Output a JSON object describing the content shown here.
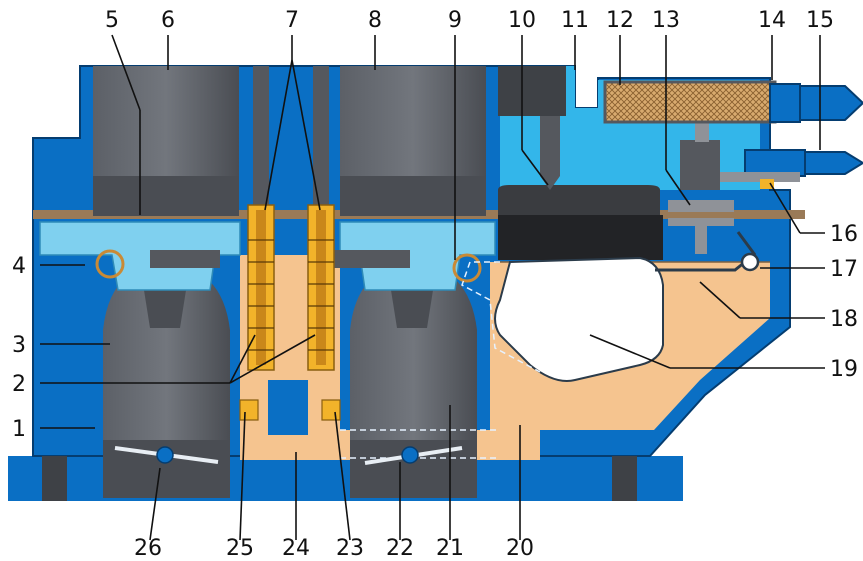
{
  "figure": {
    "colors": {
      "body_blue": "#0a6fc4",
      "chamber_cyan": "#33b6ea",
      "gasket_brown": "#9a7a57",
      "fuel_orange": "#f5c48f",
      "jet_yellow": "#f2b32a",
      "metal_dark": "#404348",
      "metal_light": "#6b6f76",
      "filter_mesh": "#d8aa6e"
    },
    "callouts": [
      {
        "id": "1",
        "label": "1"
      },
      {
        "id": "2",
        "label": "2"
      },
      {
        "id": "3",
        "label": "3"
      },
      {
        "id": "4",
        "label": "4"
      },
      {
        "id": "5",
        "label": "5"
      },
      {
        "id": "6",
        "label": "6"
      },
      {
        "id": "7",
        "label": "7"
      },
      {
        "id": "8",
        "label": "8"
      },
      {
        "id": "9",
        "label": "9"
      },
      {
        "id": "10",
        "label": "10"
      },
      {
        "id": "11",
        "label": "11"
      },
      {
        "id": "12",
        "label": "12"
      },
      {
        "id": "13",
        "label": "13"
      },
      {
        "id": "14",
        "label": "14"
      },
      {
        "id": "15",
        "label": "15"
      },
      {
        "id": "16",
        "label": "16"
      },
      {
        "id": "17",
        "label": "17"
      },
      {
        "id": "18",
        "label": "18"
      },
      {
        "id": "19",
        "label": "19"
      },
      {
        "id": "20",
        "label": "20"
      },
      {
        "id": "21",
        "label": "21"
      },
      {
        "id": "22",
        "label": "22"
      },
      {
        "id": "23",
        "label": "23"
      },
      {
        "id": "24",
        "label": "24"
      },
      {
        "id": "25",
        "label": "25"
      },
      {
        "id": "26",
        "label": "26"
      }
    ]
  }
}
